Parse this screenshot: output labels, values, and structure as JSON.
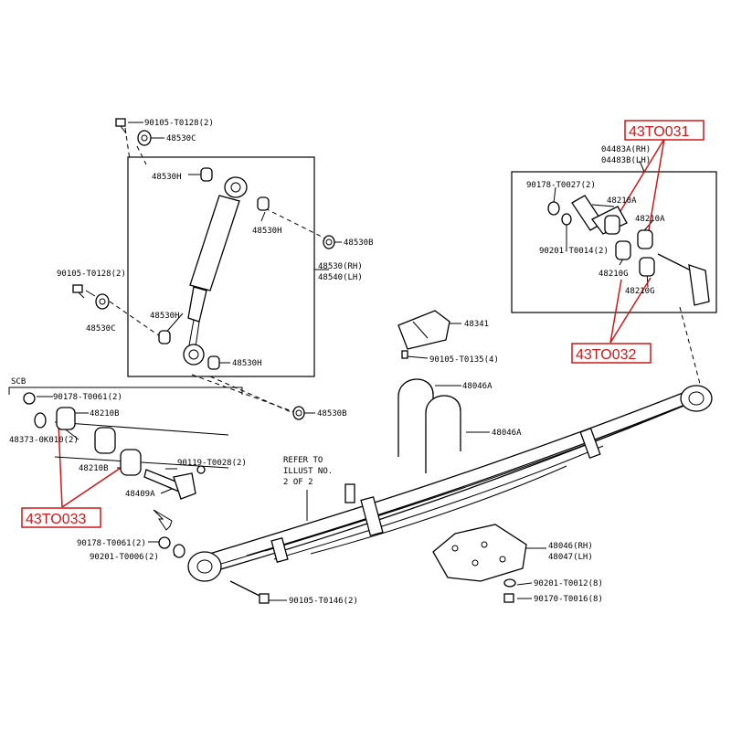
{
  "labels": {
    "bolt_top": "90105-T0128(2)",
    "washer_top": "48530C",
    "shock_bush_1": "48530H",
    "shock_bush_2": "48530H",
    "shock_bush_3": "48530H",
    "shock_bush_4": "48530H",
    "shock_cushion_b1": "48530B",
    "shock_cushion_b2": "48530B",
    "shock_rh": "48530(RH)",
    "shock_lh": "48540(LH)",
    "bolt_left": "90105-T0128(2)",
    "washer_left": "48530C",
    "scb": "SCB",
    "nut_scb": "90178-T0061(2)",
    "bush_scb_1": "48210B",
    "bush_scb_2": "48210B",
    "washer_scb": "48373-0K010(2)",
    "bolt_scb": "90119-T0028(2)",
    "pin_scb": "48409A",
    "nut_front": "90178-T0061(2)",
    "washer_front": "90201-T0006(2)",
    "bolt_front": "90105-T0146(2)",
    "bumper": "48341",
    "bolt_bumper": "90105-T0135(4)",
    "ubolt_1": "48046A",
    "ubolt_2": "48046A",
    "refer": [
      "REFER TO",
      "ILLUST NO.",
      "2 OF 2"
    ],
    "plate_rh": "48046(RH)",
    "plate_lh": "48047(LH)",
    "washer_plate": "90201-T0012(8)",
    "nut_plate": "90170-T0016(8)",
    "shackle_rh": "04483A(RH)",
    "shackle_lh": "04483B(LH)",
    "nut_shackle": "90178-T0027(2)",
    "washer_shackle": "90201-T0014(2)",
    "bush_a1": "48210A",
    "bush_a2": "48210A",
    "bush_g1": "48210G",
    "bush_g2": "48210G"
  },
  "codes": {
    "c031": "43TO031",
    "c032": "43TO032",
    "c033": "43TO033"
  },
  "colors": {
    "highlight": "#d01818",
    "line": "#000000"
  }
}
